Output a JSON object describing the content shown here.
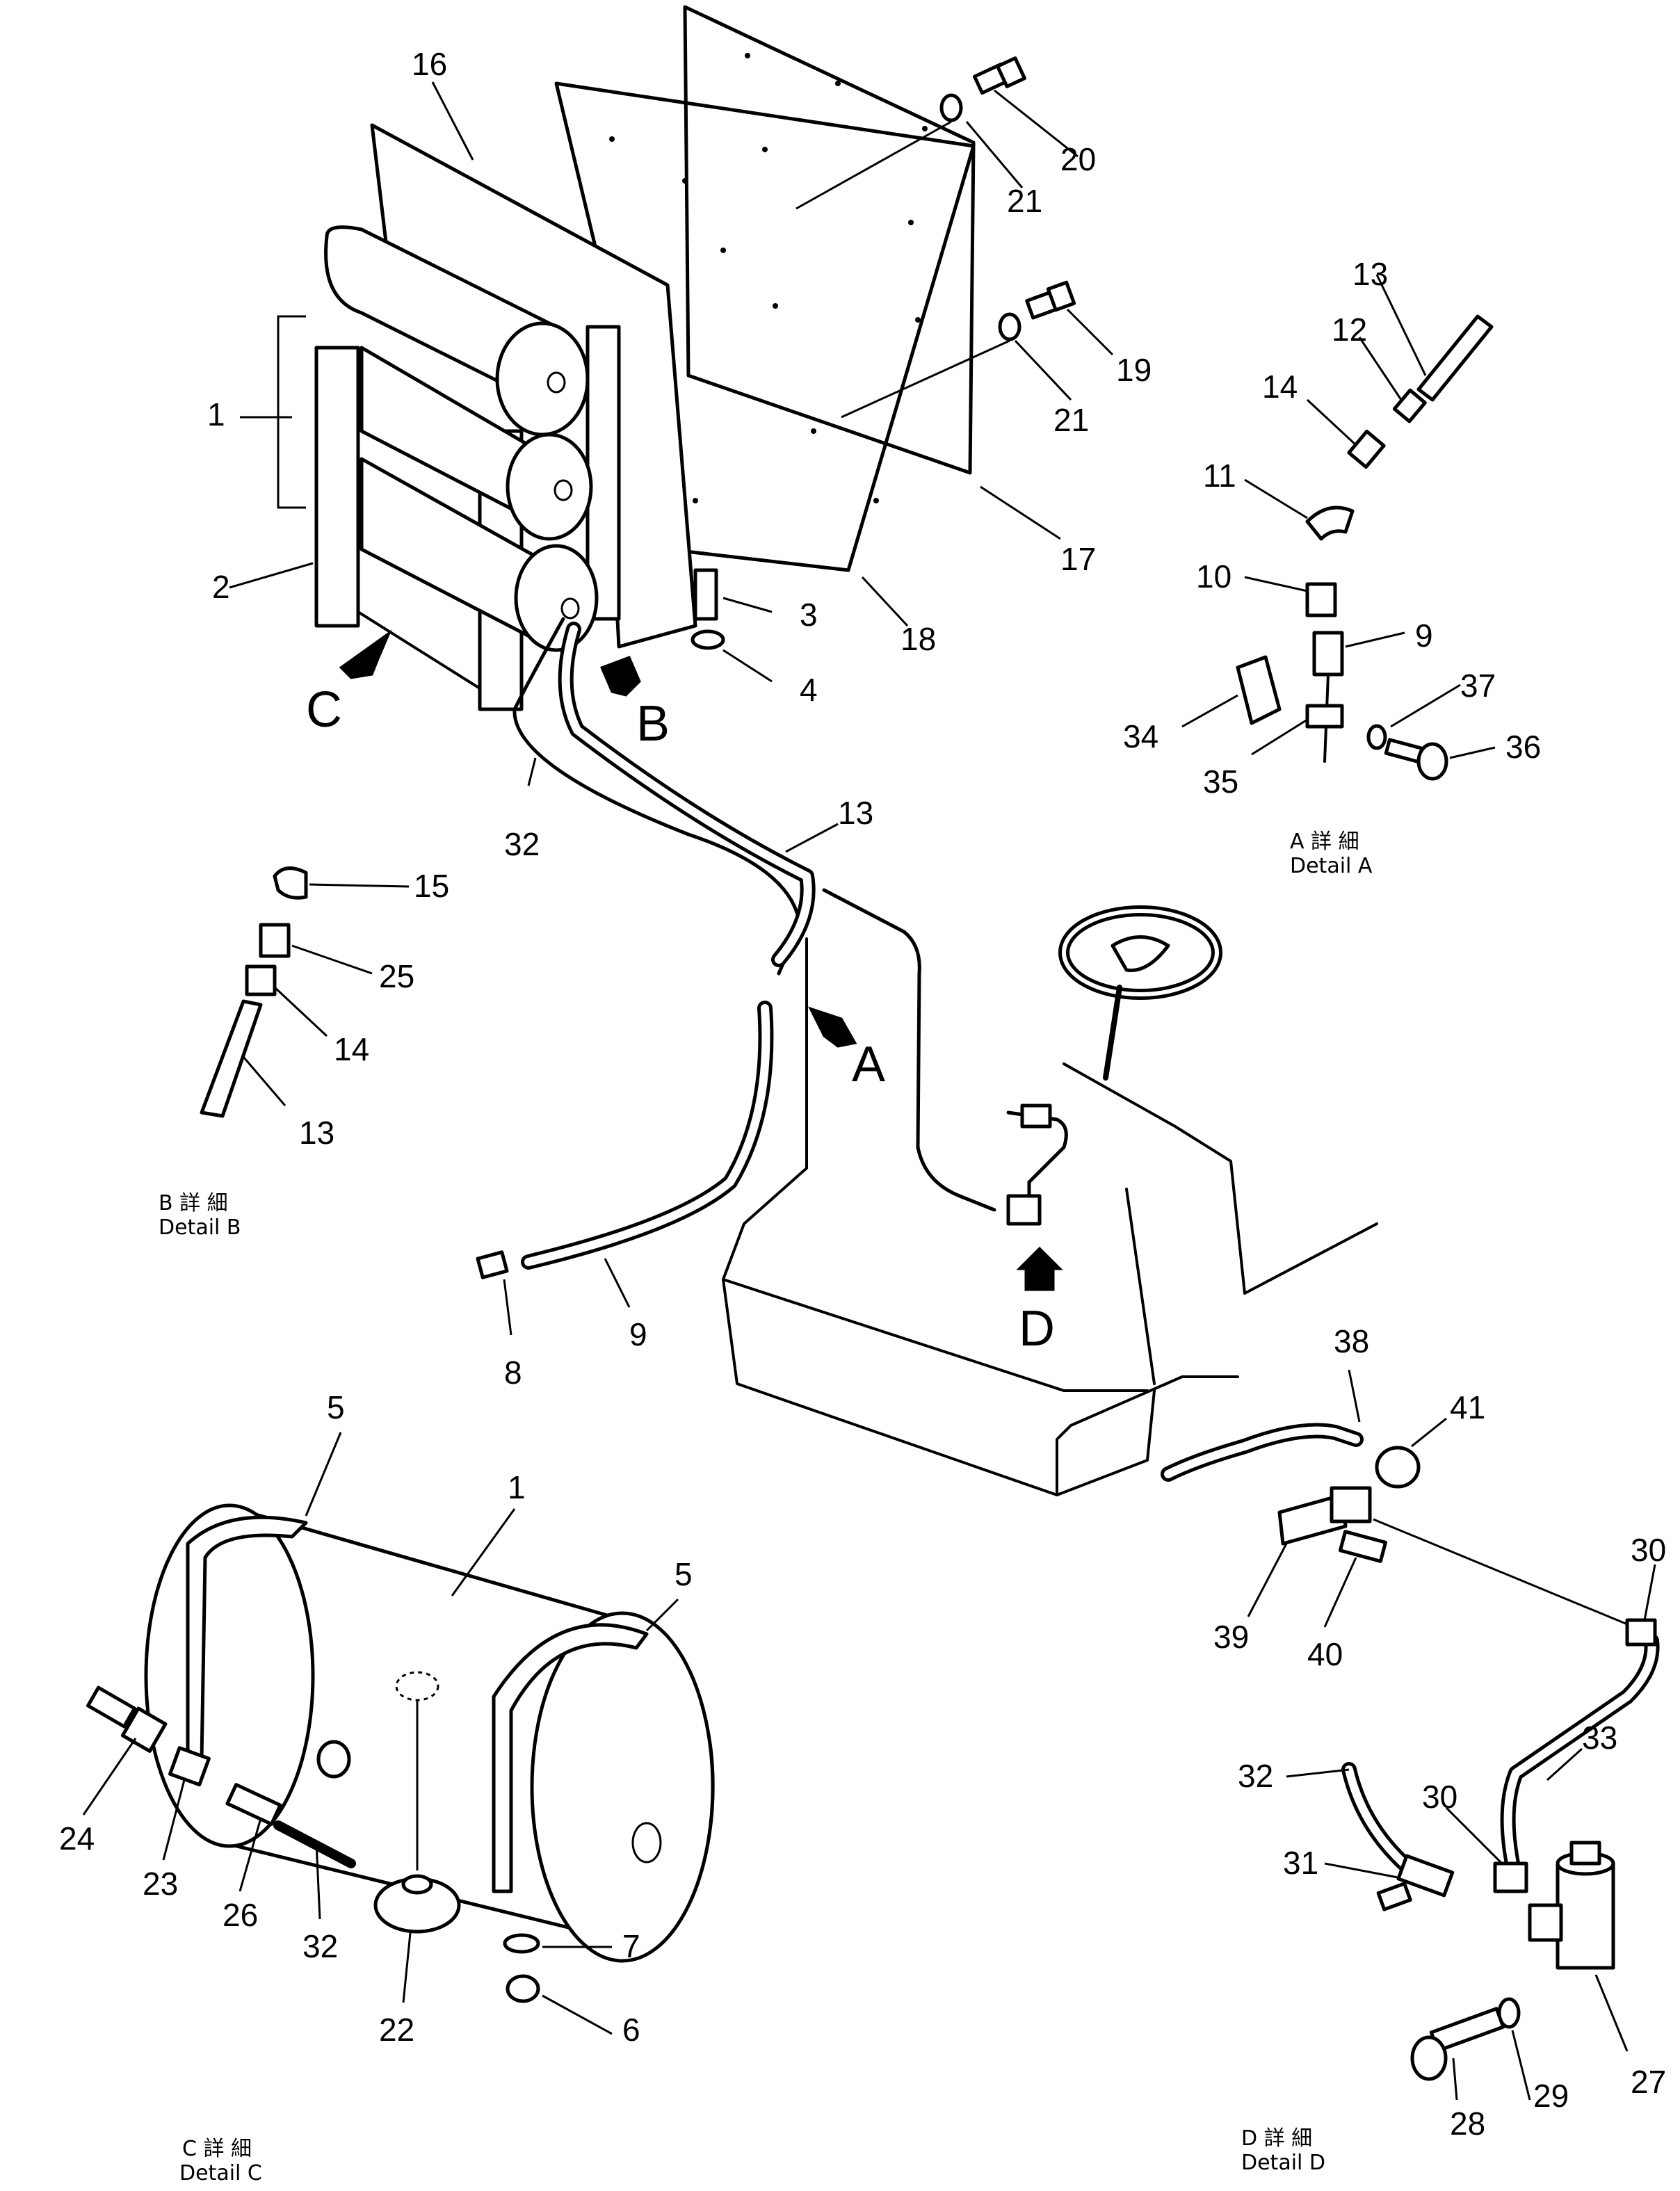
{
  "views": {
    "A": {
      "letter": "A",
      "caption_jp": "A 詳 細",
      "caption_en": "Detail A"
    },
    "B": {
      "letter": "B",
      "caption_jp": "B 詳 細",
      "caption_en": "Detail B"
    },
    "C": {
      "letter": "C",
      "caption_jp": "C 詳 細",
      "caption_en": "Detail C"
    },
    "D": {
      "letter": "D",
      "caption_jp": "D 詳 細",
      "caption_en": "Detail D"
    }
  },
  "callouts": {
    "main": [
      "16",
      "20",
      "21",
      "19",
      "21",
      "1",
      "2",
      "3",
      "4",
      "18",
      "17",
      "32",
      "13",
      "9",
      "8"
    ],
    "detail_a": [
      "13",
      "12",
      "14",
      "11",
      "10",
      "9",
      "37",
      "34",
      "35",
      "36"
    ],
    "detail_b": [
      "15",
      "25",
      "14",
      "13"
    ],
    "detail_c": [
      "5",
      "1",
      "5",
      "24",
      "23",
      "26",
      "32",
      "22",
      "7",
      "6"
    ],
    "detail_d": [
      "38",
      "41",
      "39",
      "40",
      "30",
      "30",
      "33",
      "32",
      "31",
      "27",
      "28",
      "29"
    ]
  }
}
